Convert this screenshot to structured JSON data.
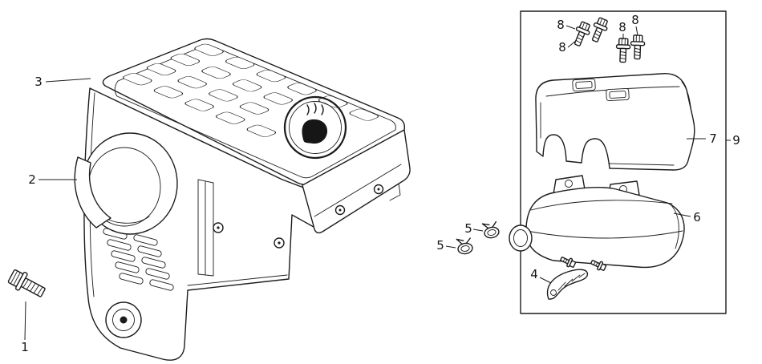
{
  "figure": {
    "type": "exploded-parts-diagram",
    "background": "#ffffff",
    "line_color": "#1c1c1c",
    "callouts": {
      "front_bolt": "1",
      "outlet_deflector": "2",
      "muffler_cover": "3",
      "exhaust_gasket": "4",
      "clamp_a": "5",
      "clamp_b": "5",
      "muffler_body": "6",
      "heat_shield": "7",
      "shield_bolt_a": "8",
      "shield_bolt_b": "8",
      "shield_bolt_c": "8",
      "shield_bolt_d": "8",
      "muffler_assembly": "9"
    }
  }
}
